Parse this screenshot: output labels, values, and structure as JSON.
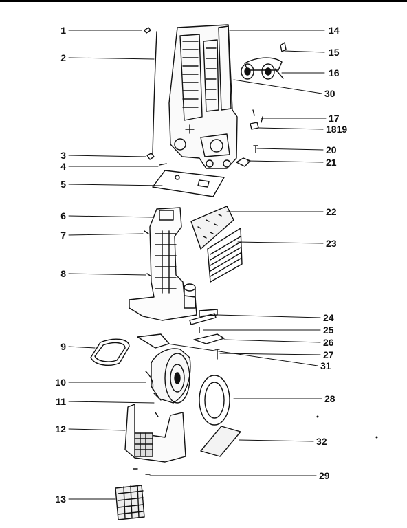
{
  "diagram": {
    "callouts_left": [
      "1",
      "2",
      "3",
      "4",
      "5",
      "6",
      "7",
      "8",
      "9",
      "10",
      "11",
      "12",
      "13"
    ],
    "callouts_right": [
      "14",
      "15",
      "16",
      "30",
      "17",
      "1819",
      "20",
      "21",
      "22",
      "23",
      "24",
      "25",
      "26",
      "27",
      "31",
      "28",
      "32",
      "29"
    ],
    "colors": {
      "ink": "#111111",
      "background": "#ffffff",
      "accent_rule": "#000000"
    }
  }
}
